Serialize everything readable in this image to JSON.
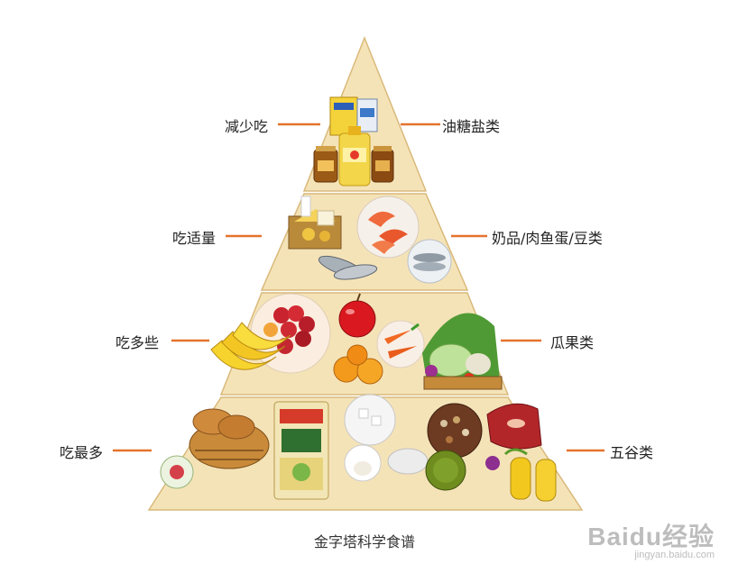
{
  "levels": [
    {
      "left": "减少吃",
      "right": "油糖盐类"
    },
    {
      "left": "吃适量",
      "right": "奶品/肉鱼蛋/豆类"
    },
    {
      "left": "吃多些",
      "right": "瓜果类"
    },
    {
      "left": "吃最多",
      "right": "五谷类"
    }
  ],
  "caption": "金字塔科学食谱",
  "watermark": {
    "brand": "Baidu经验",
    "url": "jingyan.baidu.com"
  },
  "colors": {
    "tier_fill": "#f5e3b8",
    "tier_edge": "#d9b97a",
    "connector": "#e5732d"
  },
  "illustrations": {
    "tier1": [
      "snack-box",
      "oil-bottle",
      "sauce-jar"
    ],
    "tier2": [
      "cheese-and-milk",
      "shrimp",
      "fish"
    ],
    "tier3": [
      "bananas",
      "grapes",
      "apple",
      "oranges",
      "carrots",
      "vegetable-basket"
    ],
    "tier4": [
      "bread-basket",
      "oat-bag",
      "rice-bowls",
      "beans",
      "corn",
      "sweet-potato"
    ]
  }
}
